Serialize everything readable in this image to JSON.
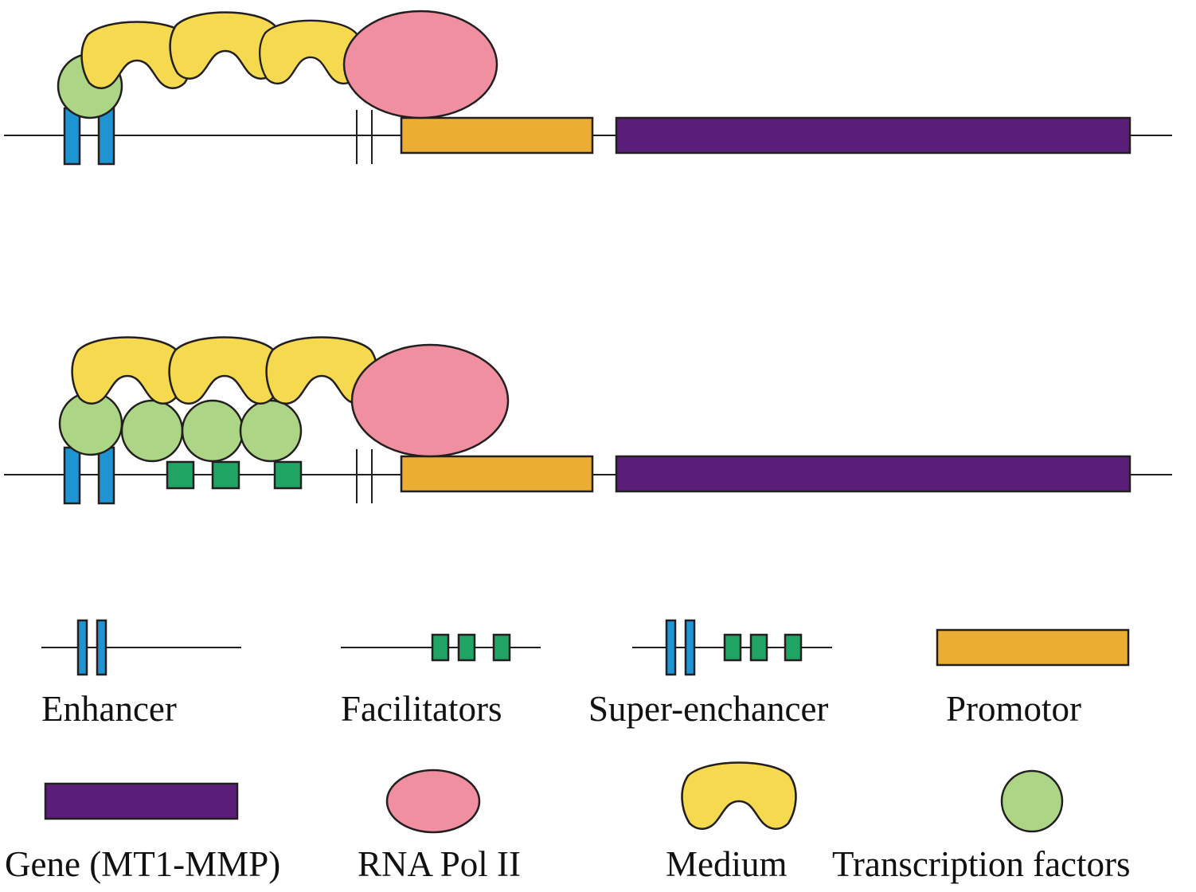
{
  "legend": {
    "enhancer": "Enhancer",
    "facilitators": "Facilitators",
    "super_enhancer": "Super-enchancer",
    "promotor": "Promotor",
    "gene": "Gene (MT1-MMP)",
    "rna_pol": "RNA Pol II",
    "medium": "Medium",
    "transcription_factors": "Transcription factors"
  },
  "colors": {
    "enhancer": "#1f94d2",
    "facilitator": "#1fa463",
    "promotor": "#ebae33",
    "gene": "#5a1e7a",
    "rna_pol": "#f08fa0",
    "medium": "#f5d94e",
    "transcription_factor": "#acd685",
    "dna_line": "#231f20"
  },
  "panels": [
    {
      "id": "enhancer-model",
      "transcription_factor_count": 1,
      "facilitator_count": 0,
      "medium_count": 3
    },
    {
      "id": "super-enhancer-model",
      "transcription_factor_count": 4,
      "facilitator_count": 3,
      "medium_count": 3
    }
  ]
}
